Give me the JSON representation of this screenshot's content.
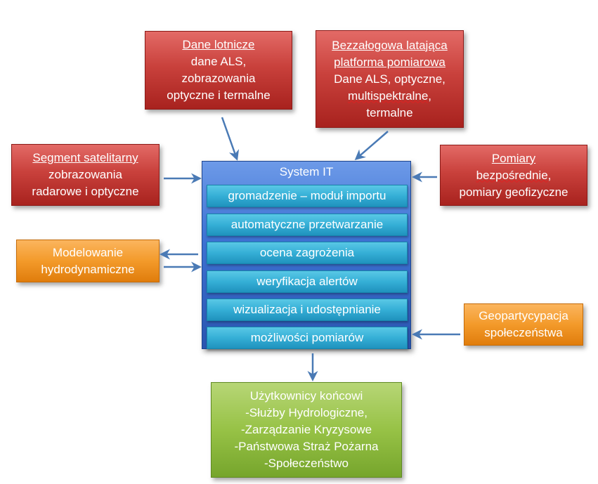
{
  "sources": {
    "aerial": {
      "title": "Dane lotnicze",
      "lines": [
        "dane ALS,",
        "zobrazowania",
        "optyczne i termalne"
      ]
    },
    "uav": {
      "title1": "Bezzałogowa latająca",
      "title2": "platforma pomiarowa",
      "line1": "Dane ALS, optyczne,",
      "squig": "multispektralne",
      "squig_suffix": ",",
      "line3": "termalne"
    },
    "satellite": {
      "title": "Segment satelitarny",
      "lines": [
        "zobrazowania",
        "radarowe i optyczne"
      ]
    },
    "direct": {
      "title": "Pomiary",
      "squig": "bezpośrednie",
      "squig_suffix": ",",
      "line3": "pomiary geofizyczne"
    },
    "hydro": {
      "lines": [
        "Modelowanie",
        "hydrodynamiczne"
      ]
    },
    "geo": {
      "lines": [
        "Geopartycypacja",
        "społeczeństwa"
      ]
    }
  },
  "system": {
    "title": "System IT",
    "modules": [
      "gromadzenie – moduł importu",
      "automatyczne przetwarzanie",
      "ocena zagrożenia",
      "weryfikacja alertów",
      "wizualizacja i udostępnianie",
      "możliwości pomiarów"
    ]
  },
  "users": {
    "lines": [
      "Użytkownicy końcowi",
      "-Służby Hydrologiczne,",
      "-Zarządzanie Kryzysowe",
      "-Państwowa Straż Pożarna",
      "-Społeczeństwo"
    ]
  },
  "colors": {
    "red": "#c9413c",
    "orange": "#f39a2a",
    "green": "#97c246",
    "system": "#3e73d4",
    "module": "#35afd6",
    "arrow": "#4a7ab5"
  }
}
